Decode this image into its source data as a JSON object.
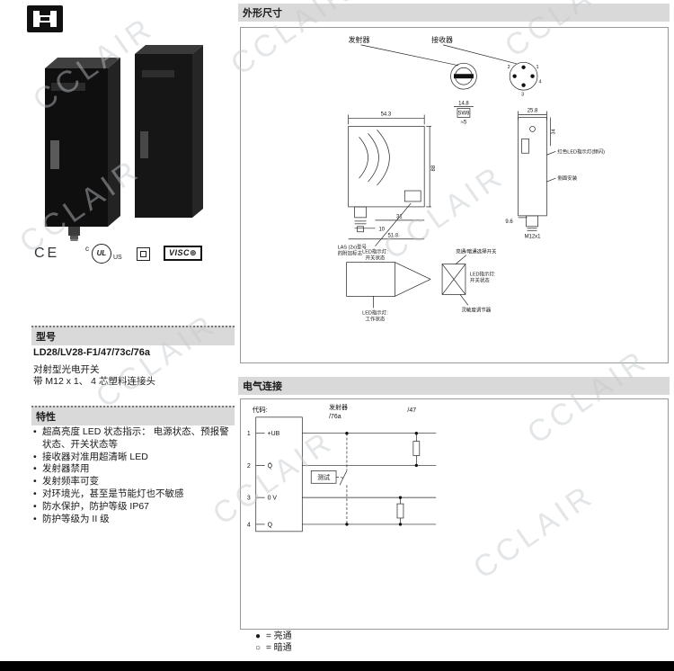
{
  "watermark": {
    "text": "CCLAIR"
  },
  "certs": {
    "ce": "CE",
    "ul_c": "c",
    "ul": "UL",
    "ul_us": "US",
    "visco": "VISC⊕"
  },
  "model": {
    "header": "型号",
    "name": "LD28/LV28-F1/47/73c/76a",
    "line1": "对射型光电开关",
    "line2": "带 M12 x 1、 4 芯塑料连接头"
  },
  "features": {
    "header": "特性",
    "items": [
      "超高亮度 LED 状态指示： 电源状态、预报警状态、开关状态等",
      "接收器对准用超清晰 LED",
      "发射器禁用",
      "发射频率可变",
      "对环境光，甚至是节能灯也不敏感",
      "防水保护，防护等级 IP67",
      "防护等级为 II 级"
    ]
  },
  "dimensions": {
    "header": "外形尺寸",
    "emitter": "发射器",
    "receiver": "接收器",
    "pin1": "1",
    "pin2": "2",
    "pin3": "3",
    "pin4": "4",
    "d_148": "14.8",
    "d_sw8": "SW8",
    "d_approx5": "≈5",
    "d_543": "54.3",
    "d_88": "88",
    "d_31": "31",
    "d_10": "10",
    "d_518": "51.8",
    "d_258": "25.8",
    "d_34": "34",
    "d_96": "9.6",
    "d_m12": "M12x1",
    "lbl_red_led": "红色LED指示灯(频闪)",
    "lbl_mount": "侧面安装",
    "lbl_las1": "LAS (2x)型号",
    "lbl_las2": "的附加标志",
    "lbl_sw_led1": "LED指示灯:",
    "lbl_sw_led2": "开关状态",
    "lbl_lightdark": "亮通/暗通选择开关",
    "lbl_sw2_led1": "LED指示灯:",
    "lbl_sw2_led2": "开关状态",
    "lbl_run_led1": "LED指示灯:",
    "lbl_run_led2": "工作状态",
    "lbl_sens": "灵敏度调节器"
  },
  "electrical": {
    "header": "电气连接",
    "code_label": "代码:",
    "col_emitter": "发射器",
    "col_emitter2": "/76a",
    "col_47": "/47",
    "test": "测试",
    "pins": [
      {
        "num": "1",
        "label": "+UB"
      },
      {
        "num": "2",
        "label": "Q̄"
      },
      {
        "num": "3",
        "label": "0 V"
      },
      {
        "num": "4",
        "label": "Q"
      }
    ],
    "legend": [
      {
        "sym": "●",
        "text": "= 亮通"
      },
      {
        "sym": "○",
        "text": "= 暗通"
      }
    ]
  }
}
